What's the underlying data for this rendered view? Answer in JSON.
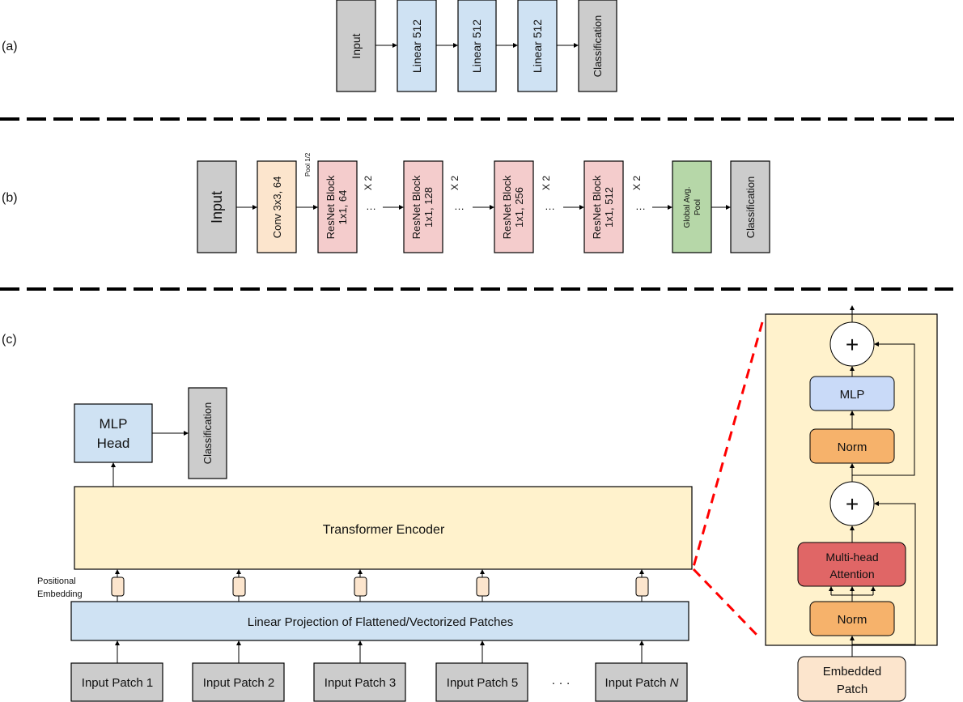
{
  "colors": {
    "gray": "#cccccc",
    "blue": "#cfe2f3",
    "peach": "#fce5cd",
    "pink": "#f4cccc",
    "green": "#b6d7a8",
    "yellow": "#fff2cc",
    "mlp_blue": "#c9daf8",
    "orange": "#f6b26b",
    "red": "#e06666",
    "dash_red": "#ff0000"
  },
  "panel_a": {
    "label": "(a)",
    "blocks": [
      "Input",
      "Linear 512",
      "Linear 512",
      "Linear 512",
      "Classification"
    ]
  },
  "panel_b": {
    "label": "(b)",
    "input": "Input",
    "conv": "Conv 3x3, 64",
    "pool_note": "Pool 1/2",
    "resnet": [
      {
        "line1": "ResNet Block",
        "line2": "1x1, 64",
        "repeat": "X 2"
      },
      {
        "line1": "ResNet Block",
        "line2": "1x1, 128",
        "repeat": "X 2"
      },
      {
        "line1": "ResNet Block",
        "line2": "1x1, 256",
        "repeat": "X 2"
      },
      {
        "line1": "ResNet Block",
        "line2": "1x1, 512",
        "repeat": "X 2"
      }
    ],
    "ellipsis": "…",
    "gap_line1": "Global Avg.",
    "gap_line2": "Pool",
    "classification": "Classification"
  },
  "panel_c": {
    "label": "(c)",
    "mlp_head_line1": "MLP",
    "mlp_head_line2": "Head",
    "classification": "Classification",
    "transformer": "Transformer Encoder",
    "positional_line1": "Positional",
    "positional_line2": "Embedding",
    "linear_projection": "Linear Projection of Flattened/Vectorized Patches",
    "patches": [
      "Input Patch 1",
      "Input Patch 2",
      "Input Patch 3",
      "Input Patch 5",
      "Input Patch N"
    ],
    "patch_ellipsis": "· · ·",
    "encoder_block": {
      "plus": "+",
      "mlp": "MLP",
      "norm": "Norm",
      "mha_line1": "Multi-head",
      "mha_line2": "Attention",
      "embedded_line1": "Embedded",
      "embedded_line2": "Patch"
    }
  }
}
